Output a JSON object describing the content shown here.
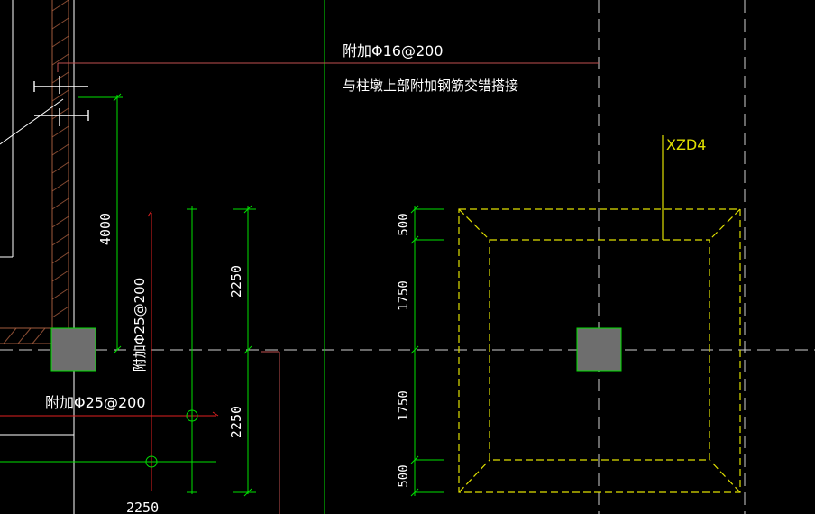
{
  "colors": {
    "background": "#000000",
    "green": "#00e000",
    "red": "#e02020",
    "yellow": "#e0e000",
    "white": "#ffffff",
    "gray_fill": "#6e6e6e",
    "brown": "#a05a3c"
  },
  "annotations": {
    "top_rebar": "附加Φ16@200",
    "top_rebar_note": "与柱墩上部附加钢筋交错搭接",
    "left_rebar_horizontal": "附加Φ25@200",
    "left_rebar_vertical": "附加Φ25@200",
    "pier_tag": "XZD4"
  },
  "dimensions": {
    "left_vertical": "4000",
    "mid_upper": "2250",
    "mid_lower": "2250",
    "bottom_horizontal": "2250",
    "right_top": "500",
    "right_upper": "1750",
    "right_lower": "1750",
    "right_bottom": "500"
  }
}
